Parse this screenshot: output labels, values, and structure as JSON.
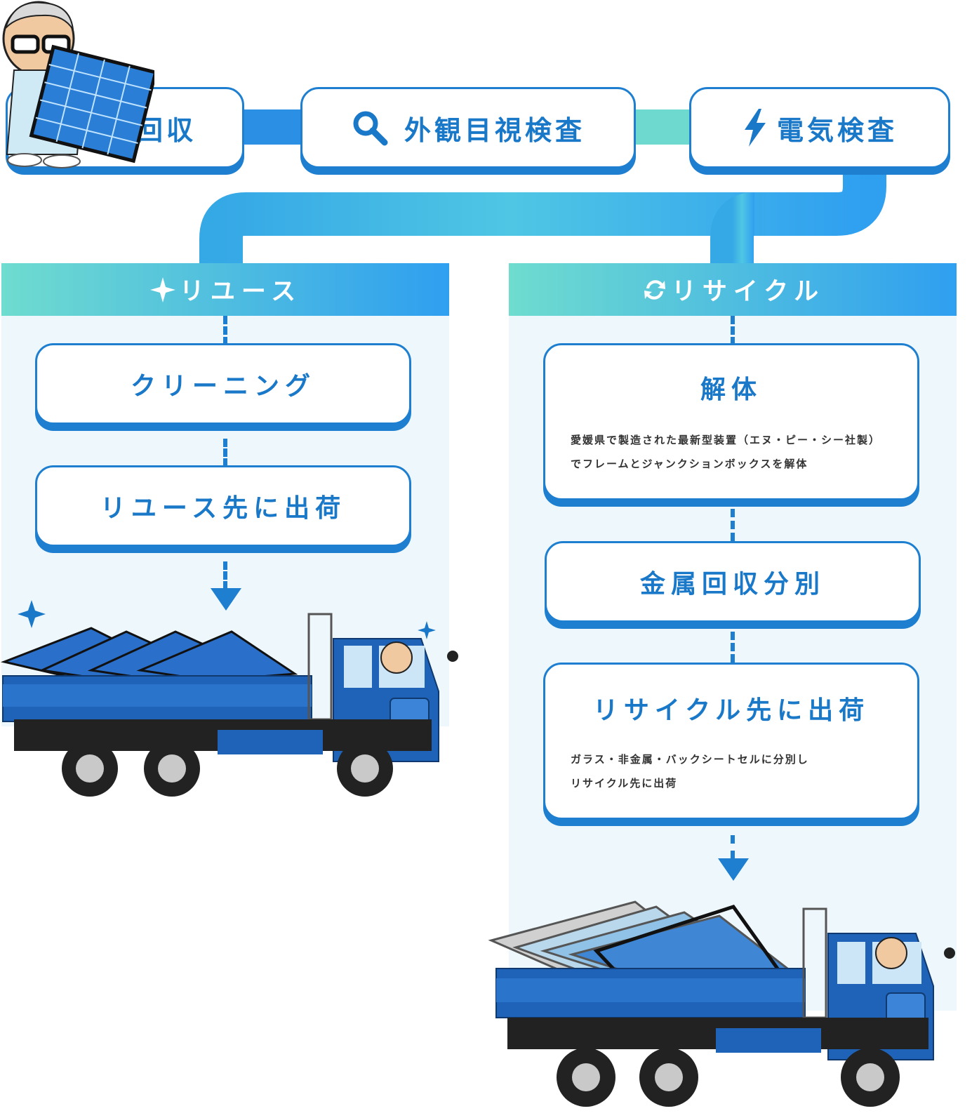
{
  "top_steps": [
    {
      "label": "回収",
      "icon": "none"
    },
    {
      "label": "外観目視検査",
      "icon": "magnifier-icon"
    },
    {
      "label": "電気検査",
      "icon": "lightning-icon"
    }
  ],
  "reuse": {
    "header": "リユース",
    "icon": "sparkle-icon",
    "steps": [
      {
        "label": "クリーニング"
      },
      {
        "label": "リユース先に出荷"
      }
    ]
  },
  "recycle": {
    "header": "リサイクル",
    "icon": "recycle-arrows-icon",
    "steps": [
      {
        "label": "解体",
        "desc_line1": "愛媛県で製造された最新型装置（エヌ・ピー・シー社製）",
        "desc_line2": "でフレームとジャンクションボックスを解体"
      },
      {
        "label": "金属回収分別"
      },
      {
        "label": "リサイクル先に出荷",
        "desc_line1": "ガラス・非金属・バックシートセルに分別し",
        "desc_line2": "リサイクル先に出荷"
      }
    ]
  },
  "colors": {
    "primary": "#1e7fd0",
    "teal": "#6dd9cf",
    "panel_bg": "#eef8fc",
    "truck_blue": "#1565c0"
  }
}
